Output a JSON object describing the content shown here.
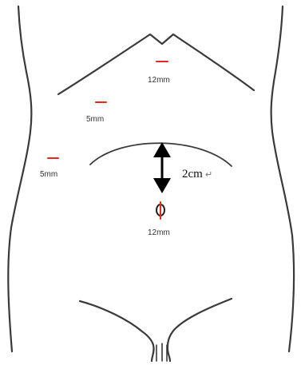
{
  "colors": {
    "outline": "#3a3a3a",
    "incision": "#e8281e",
    "arrow": "#000000"
  },
  "ports": [
    {
      "label": "12mm",
      "position": "epigastric"
    },
    {
      "label": "5mm",
      "position": "right-subcostal"
    },
    {
      "label": "5mm",
      "position": "right-flank"
    },
    {
      "label": "12mm",
      "position": "umbilical"
    }
  ],
  "distance": {
    "label": "2cm",
    "return_mark": "↵"
  }
}
